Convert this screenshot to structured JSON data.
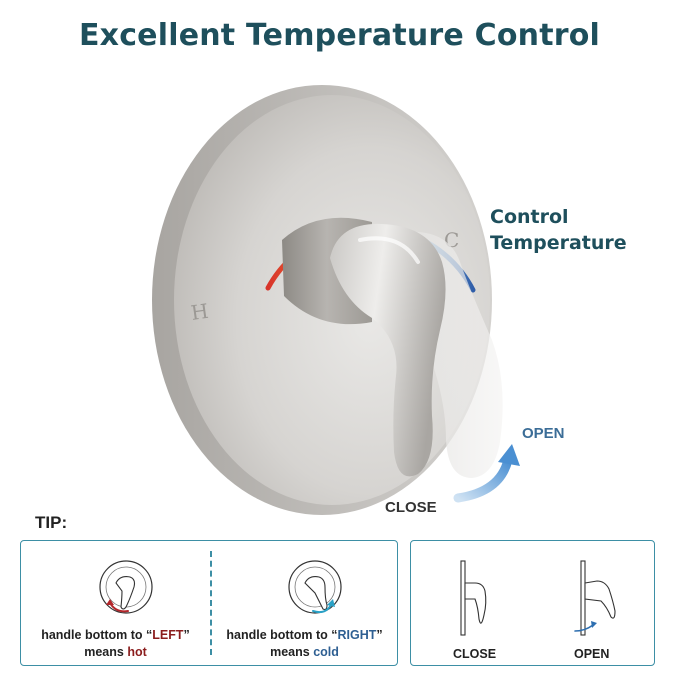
{
  "title": "Excellent Temperature Control",
  "control": {
    "line1": "Control",
    "line2": "Temperature"
  },
  "dial_marks": {
    "hot": "H",
    "cold": "C"
  },
  "motion": {
    "open": "OPEN",
    "close": "CLOSE"
  },
  "tip": {
    "label": "TIP:",
    "left_hint": {
      "prefix": "handle bottom to ",
      "quote_open": "“",
      "direction": "LEFT",
      "quote_close": "”",
      "means": "means ",
      "result": "hot"
    },
    "right_hint": {
      "prefix": "handle bottom to ",
      "quote_open": "“",
      "direction": "RIGHT",
      "quote_close": "”",
      "means": "means ",
      "result": "cold"
    },
    "positions": {
      "close": "CLOSE",
      "open": "OPEN"
    }
  },
  "colors": {
    "title": "#1e4f5c",
    "hot": "#d8342a",
    "warm": "#f2c73a",
    "cold": "#2f5da8",
    "accent": "#3d8fa5",
    "arrow": "#5a9fd8"
  }
}
